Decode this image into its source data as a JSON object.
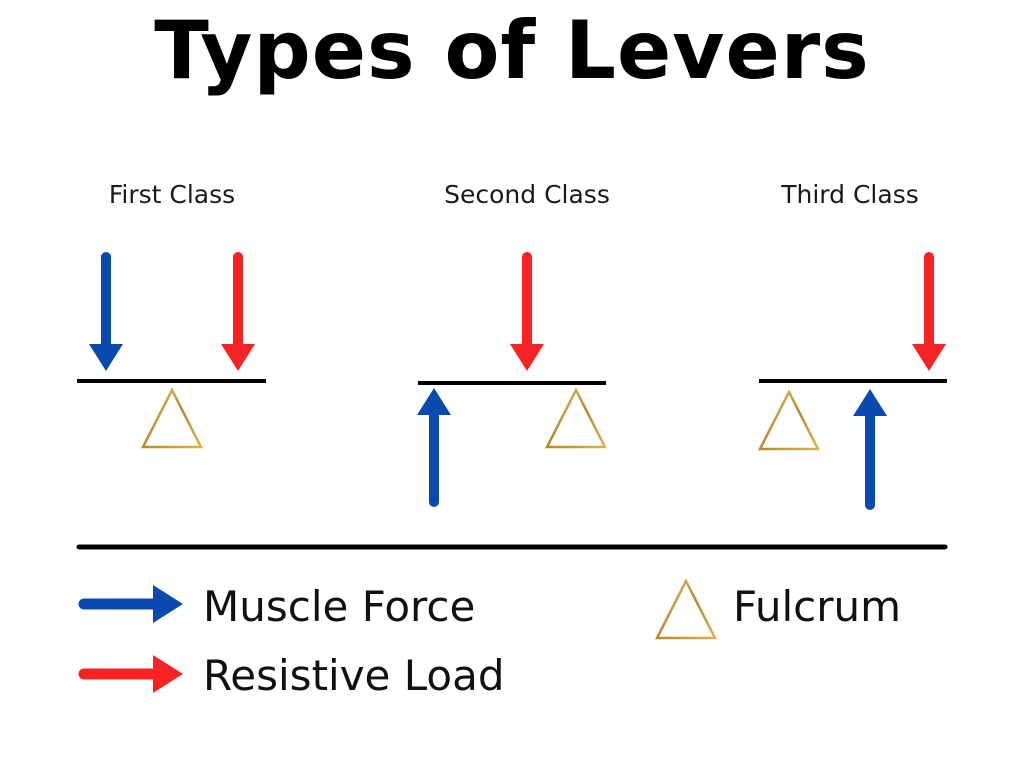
{
  "title": "Types of Levers",
  "classes": [
    {
      "label": "First Class"
    },
    {
      "label": "Second Class"
    },
    {
      "label": "Third Class"
    }
  ],
  "legend": {
    "muscle_force": "Muscle Force",
    "resistive_load": "Resistive Load",
    "fulcrum": "Fulcrum"
  },
  "colors": {
    "muscle_force": "#0a4aae",
    "resistive_load": "#f52323",
    "fulcrum": "#c9a227",
    "lever_bar": "#000000"
  },
  "icons": {
    "muscle_force": "blue-arrow-icon",
    "resistive_load": "red-arrow-icon",
    "fulcrum": "triangle-icon"
  }
}
